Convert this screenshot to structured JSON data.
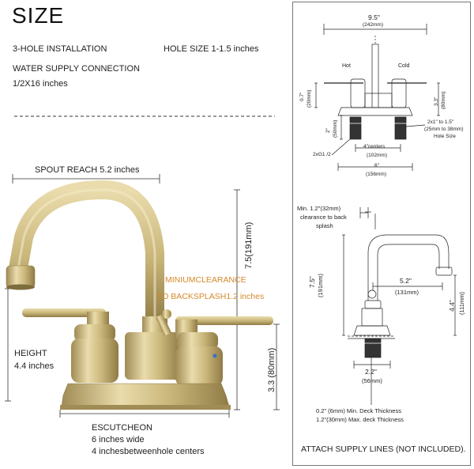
{
  "header": {
    "title": "SIZE"
  },
  "specs": {
    "installation": "3-HOLE INSTALLATION",
    "hole_size": "HOLE SIZE 1-1.5 inches",
    "water_supply": "WATER SUPPLY CONNECTION",
    "water_size": "1/2X16 inches"
  },
  "photo": {
    "spout_reach": "SPOUT REACH 5.2 inches",
    "total_height": "7.5(191mm)",
    "clearance_line1": "MINIUMCLEARANCE",
    "clearance_line2": "TO BACKSPLASH1.2 inches",
    "height_label": "HEIGHT",
    "height_value": "4.4 inches",
    "handle_height": "3.3 (80mm)",
    "escutcheon_title": "ESCUTCHEON",
    "escutcheon_width": "6 inches wide",
    "escutcheon_centers": "4 inchesbetweenhole centers",
    "colors": {
      "brass_light": "#e2d3a2",
      "brass": "#c8b478",
      "brass_dark": "#97834d"
    }
  },
  "front_view": {
    "width_in": "9.5\"",
    "width_mm": "(242mm)",
    "hot": "Hot",
    "cold": "Cold",
    "left_in": "0.7\"",
    "left_mm": "(20mm)",
    "right_in": "3.3\"",
    "right_mm": "(80mm)",
    "shank_in": "2\"",
    "shank_mm": "(50mm)",
    "hole_line1": "2x1\" to 1.5\"",
    "hole_line2": "(25mm to 38mm)",
    "hole_line3": "Hole Size",
    "thread": "2xG1 /2",
    "centers_in": "4\"centers",
    "centers_mm": "(102mm)",
    "base_in": "6\"",
    "base_mm": "(156mm)"
  },
  "side_view": {
    "clear_line1": "Min. 1.2\"(32mm)",
    "clear_line2": "clearance to back",
    "clear_line3": "splash",
    "height_in": "7.5\"",
    "height_mm": "(191mm)",
    "reach_in": "5.2\"",
    "reach_mm": "(131mm)",
    "spout_in": "4.4\"",
    "spout_mm": "(111mm)",
    "base_in": "2.2\"",
    "base_mm": "(56mm)",
    "deck_min": "0.2\" (6mm) Min. Deck Thickness",
    "deck_max": "1.2\"(30mm) Max. deck Thickness"
  },
  "footer": {
    "note": "ATTACH SUPPLY LINES (NOT INCLUDED)."
  }
}
